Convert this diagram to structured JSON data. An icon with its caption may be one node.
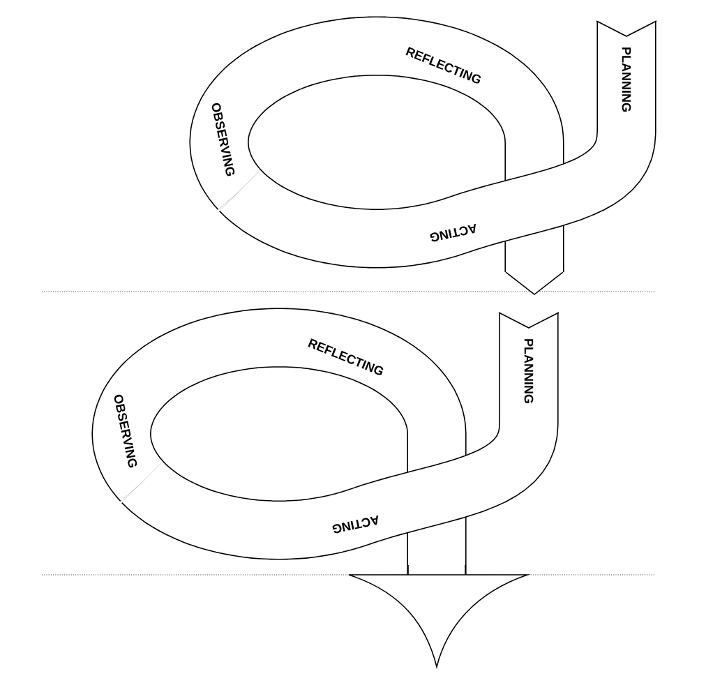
{
  "diagram": {
    "labels": [
      "PLANNING",
      "ACTING",
      "OBSERVING",
      "REFLECTING",
      "PLANNING",
      "ACTING",
      "OBSERVING",
      "REFLECTING"
    ]
  }
}
